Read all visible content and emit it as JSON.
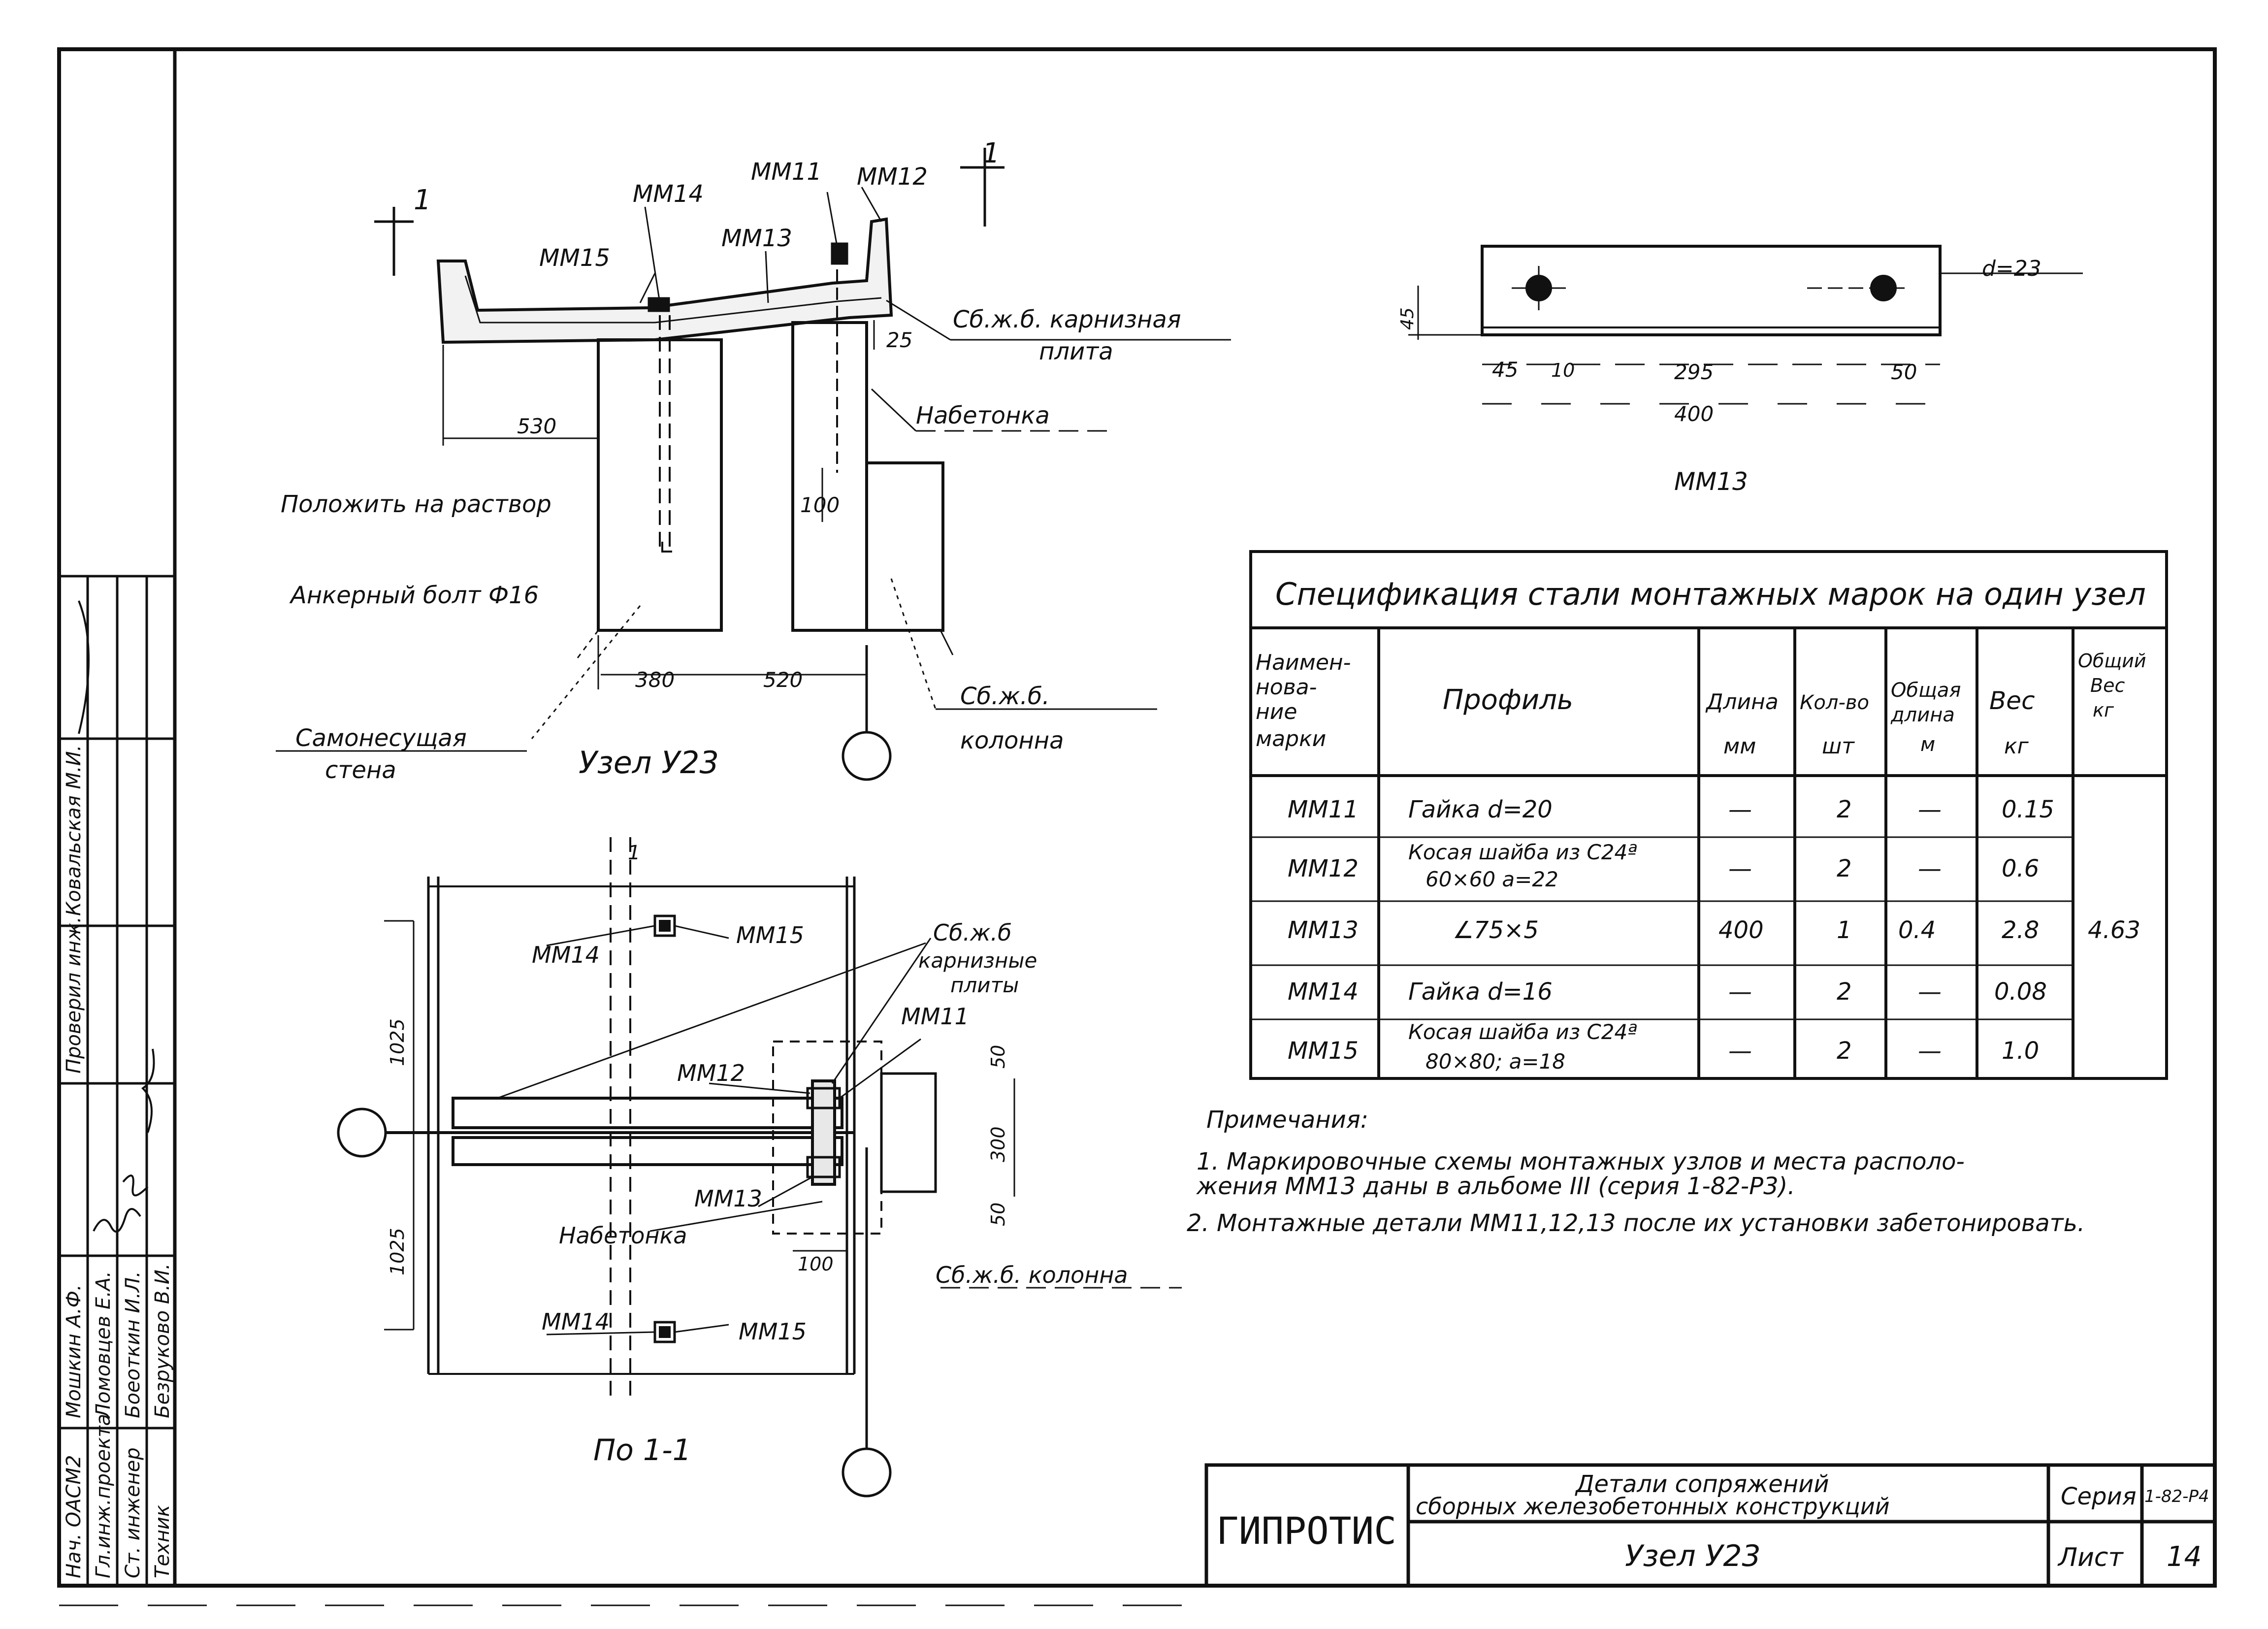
{
  "drawing_title": "Узел У23",
  "section_title": "По 1-1",
  "cut_marker": "1",
  "elevation": {
    "marks": [
      "ММ14",
      "ММ15",
      "ММ13",
      "ММ11",
      "ММ12"
    ],
    "dims": {
      "d25": "25",
      "d530": "530",
      "d100": "100",
      "d380": "380",
      "d520": "520"
    },
    "labels": {
      "cornice": "Сб.ж.б. карнизная",
      "cornice2": "плита",
      "concrete": "Набетонка",
      "mortar": "Положить на раствор",
      "anchor": "Анкерный болт Ф16",
      "wall": "Самонесущая",
      "wall2": "стена",
      "column": "Сб.ж.б.",
      "column2": "колонна"
    }
  },
  "plan": {
    "marks": {
      "mm14_top": "ММ14",
      "mm15_top": "ММ15",
      "mm11": "ММ11",
      "mm12": "ММ12",
      "mm13": "ММ13",
      "mm14_bot": "ММ14",
      "mm15_bot": "ММ15"
    },
    "dims": {
      "d1025a": "1025",
      "d1025b": "1025",
      "d50a": "50",
      "d300": "300",
      "d50b": "50",
      "d100": "100"
    },
    "labels": {
      "slabs": "Сб.ж.б",
      "slabs2": "карнизные",
      "slabs3": "плиты",
      "concrete": "Набетонка",
      "column": "Сб.ж.б. колонна"
    }
  },
  "detail": {
    "title": "ММ13",
    "d_label": "d=23",
    "dims": {
      "h45": "45",
      "a45": "45",
      "a10": "10",
      "a295": "295",
      "a50": "50",
      "a400": "400"
    }
  },
  "spec": {
    "title": "Спецификация стали монтажных марок на один узел",
    "headers": [
      {
        "lines": [
          "Наимен-",
          "нова-",
          "ние",
          "марки"
        ]
      },
      {
        "lines": [
          "Профиль"
        ]
      },
      {
        "lines": [
          "Длина",
          "мм"
        ]
      },
      {
        "lines": [
          "Кол-во",
          "шт"
        ]
      },
      {
        "lines": [
          "Общая",
          "длина",
          "м"
        ]
      },
      {
        "lines": [
          "Вес",
          "кг"
        ]
      },
      {
        "lines": [
          "Общий",
          "Вес",
          "кг"
        ]
      }
    ],
    "rows": [
      {
        "mark": "ММ11",
        "profile": [
          "Гайка  d=20"
        ],
        "length": "—",
        "qty": "2",
        "total_len": "—",
        "weight": "0.15"
      },
      {
        "mark": "ММ12",
        "profile": [
          "Косая шайба из С24ª",
          "60×60  a=22"
        ],
        "length": "—",
        "qty": "2",
        "total_len": "—",
        "weight": "0.6"
      },
      {
        "mark": "ММ13",
        "profile": [
          "∠75×5"
        ],
        "length": "400",
        "qty": "1",
        "total_len": "0.4",
        "weight": "2.8"
      },
      {
        "mark": "ММ14",
        "profile": [
          "Гайка  d=16"
        ],
        "length": "—",
        "qty": "2",
        "total_len": "—",
        "weight": "0.08"
      },
      {
        "mark": "ММ15",
        "profile": [
          "Косая шайба из С24ª",
          "80×80; a=18"
        ],
        "length": "—",
        "qty": "2",
        "total_len": "—",
        "weight": "1.0"
      }
    ],
    "total_weight": "4.63"
  },
  "notes": {
    "heading": "Примечания:",
    "lines": [
      "1. Маркировочные  схемы  монтажных  узлов  и  места  располо-",
      "    жения  ММ13   даны  в  альбоме  III  (серия  1-82-Р3).",
      "2. Монтажные  детали  ММ11,12,13  после  их  установки  забетонировать."
    ]
  },
  "stamp": {
    "org": "ГИПРОТИС",
    "title1": "Детали  сопряжений",
    "title2": "сборных  железобетонных  конструкций",
    "node": "Узел  У23",
    "series_label": "Серия",
    "series_value": "1-82-Р4",
    "sheet_label": "Лист",
    "sheet_value": "14"
  },
  "sidebar": {
    "roles": [
      "Нач. ОАСМ2",
      "Гл.инж.проекта",
      "Ст. инженер",
      "Техник"
    ],
    "names": [
      "Мошкин А.Ф.",
      "Ломовцев Е.А.",
      "Боеоткин И.Л.",
      "Безруково В.И."
    ],
    "checked_label": "Проверил инж.",
    "checked_name": "Ковальская М.И."
  }
}
